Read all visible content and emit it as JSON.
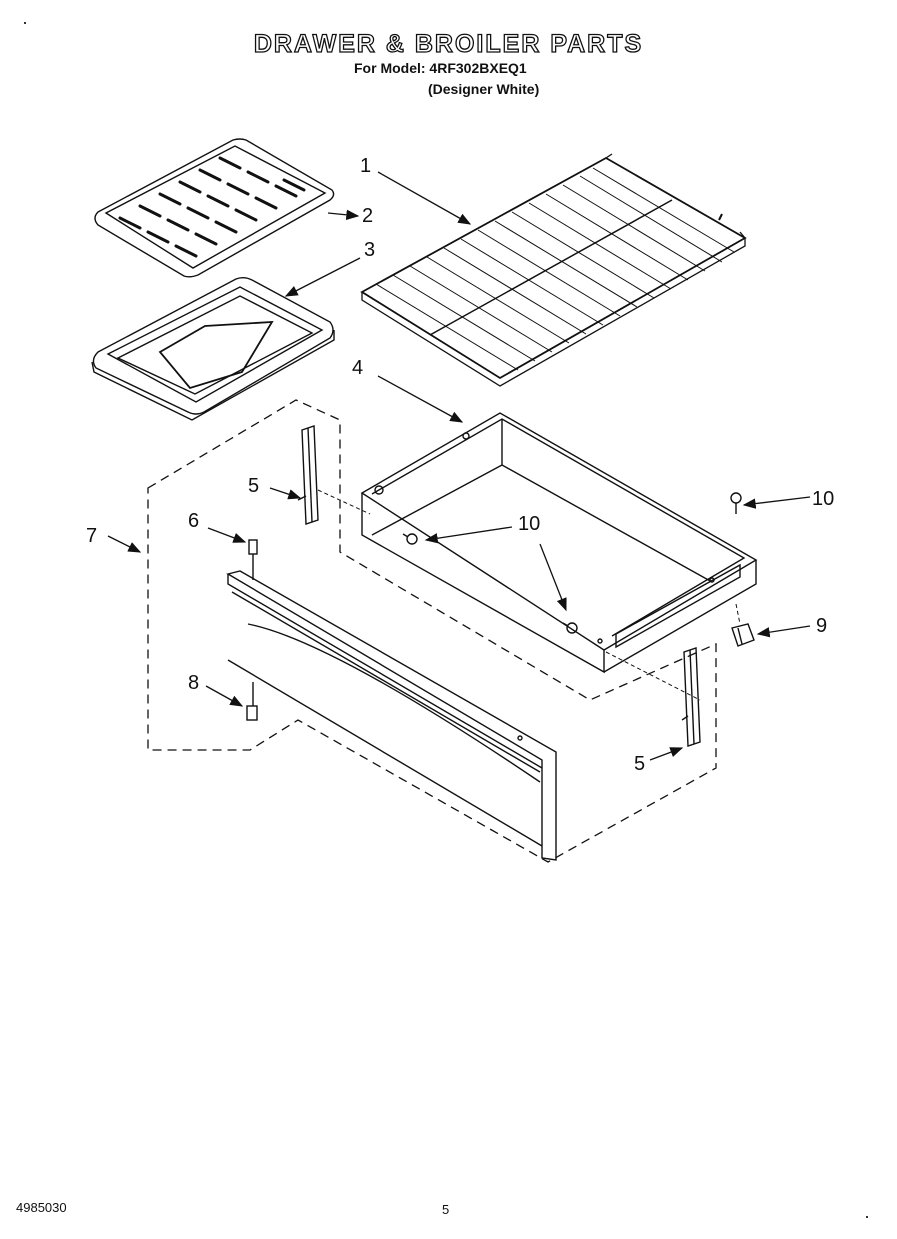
{
  "header": {
    "title": "DRAWER & BROILER PARTS",
    "model_line": "For Model: 4RF302BXEQ1",
    "subtitle": "(Designer White)"
  },
  "callouts": [
    "1",
    "2",
    "3",
    "4",
    "5",
    "6",
    "7",
    "8",
    "9",
    "10"
  ],
  "footer": {
    "doc_number": "4985030",
    "page_number": "5"
  }
}
